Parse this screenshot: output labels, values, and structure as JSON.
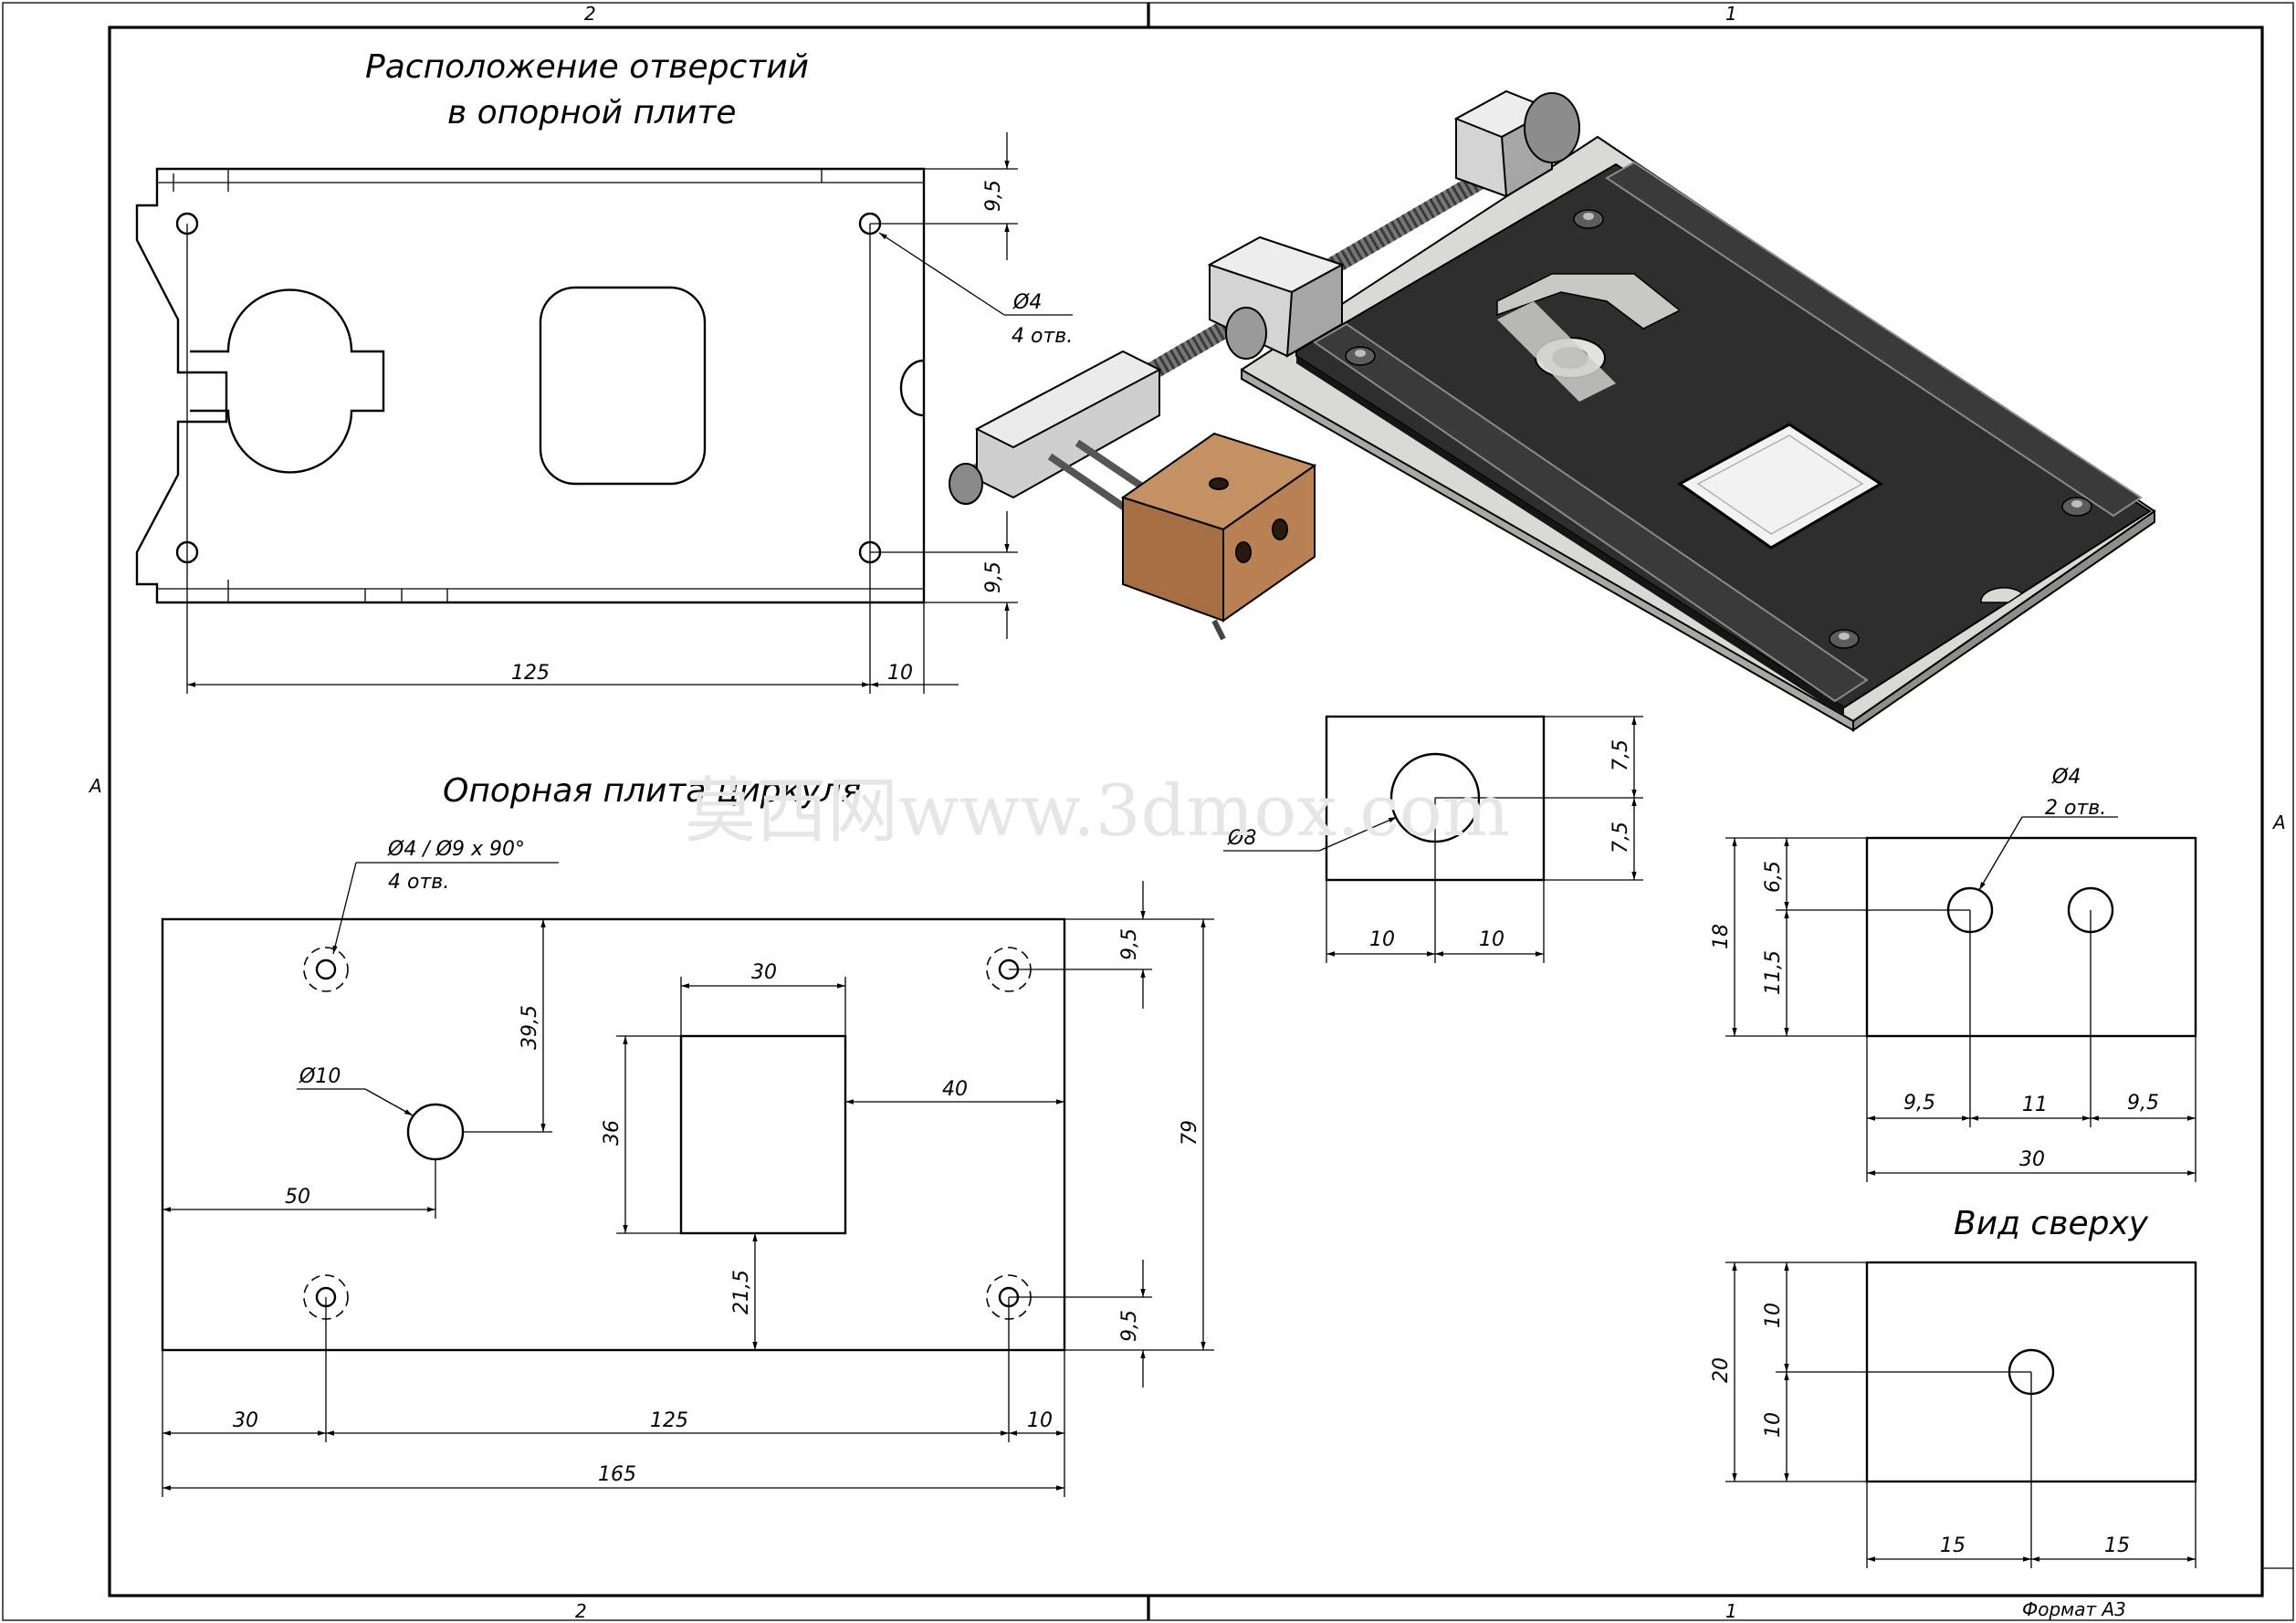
{
  "frame": {
    "zone_top_left": "2",
    "zone_top_right": "1",
    "zone_bottom_left": "2",
    "zone_bottom_right": "1",
    "zone_side_left": "A",
    "zone_side_right": "A",
    "format": "Формат А3"
  },
  "watermark": "莫西网www.3dmox.com",
  "titles": {
    "holes_line1": "Расположение отверстий",
    "holes_line2": "в опорной плите",
    "plate": "Опорная плита циркуля",
    "top_view": "Вид сверху"
  },
  "holes_view": {
    "dim_top": "9,5",
    "dim_bottom": "9,5",
    "dim_length": "125",
    "dim_edge": "10",
    "hole_diam": "Ø4",
    "hole_count": "4 отв."
  },
  "plate_view": {
    "hole_callout": "Ø4 / Ø9 x 90°",
    "hole_count": "4 отв.",
    "center_hole": "Ø10",
    "dim_39_5": "39,5",
    "dim_50": "50",
    "window_width": "30",
    "window_height": "36",
    "dim_40": "40",
    "dim_21_5": "21,5",
    "dim_9_5_top": "9,5",
    "dim_9_5_bottom": "9,5",
    "dim_79": "79",
    "dim_30": "30",
    "dim_125": "125",
    "dim_10": "10",
    "dim_165": "165"
  },
  "block_front": {
    "hole_diam": "Ø8",
    "dim_top": "7,5",
    "dim_bottom": "7,5",
    "dim_left": "10",
    "dim_right": "10"
  },
  "block_side": {
    "hole_diam": "Ø4",
    "hole_count": "2 отв.",
    "dim_18": "18",
    "dim_6_5": "6,5",
    "dim_11_5": "11,5",
    "dim_a": "9,5",
    "dim_b": "11",
    "dim_c": "9,5",
    "dim_total": "30"
  },
  "block_top": {
    "dim_20": "20",
    "dim_10_top": "10",
    "dim_10_bottom": "10",
    "dim_left": "15",
    "dim_right": "15"
  },
  "colors": {
    "plate_dark": "#2e2e2e",
    "plate_light": "#d9d9d6",
    "metal": "#c9c9c9",
    "wood": "#b07a4a"
  }
}
